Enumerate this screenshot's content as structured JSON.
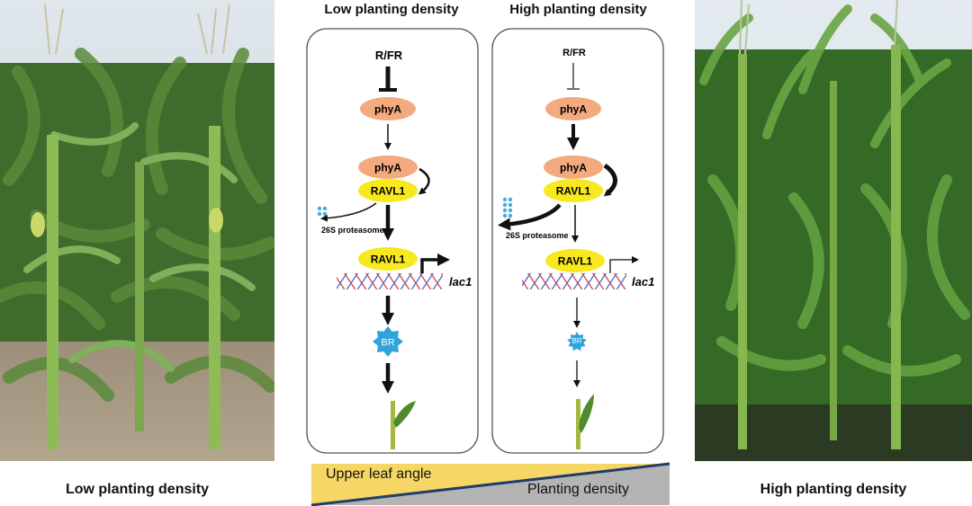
{
  "titles": {
    "low": "Low planting density",
    "high": "High planting density"
  },
  "captions": {
    "left": "Low planting density",
    "right": "High planting density"
  },
  "panels": {
    "low": {
      "signal": "R/FR",
      "phyA": "phyA",
      "ravl1": "RAVL1",
      "proteasome": "26S proteasome",
      "gene": "lac1",
      "br": "BR"
    },
    "high": {
      "signal": "R/FR",
      "phyA": "phyA",
      "ravl1": "RAVL1",
      "proteasome": "26S proteasome",
      "gene": "lac1",
      "br": "BR"
    }
  },
  "gradient": {
    "upper": "Upper leaf angle",
    "density": "Planting density"
  },
  "colors": {
    "phyA": "#f2aa7e",
    "ravl1": "#f7e81f",
    "br": "#2ea3dc",
    "dot": "#3fb0e0",
    "wedge_yellow": "#f6d665",
    "wedge_gray": "#b4b4b4",
    "wedge_navy": "#1f3c6b"
  }
}
